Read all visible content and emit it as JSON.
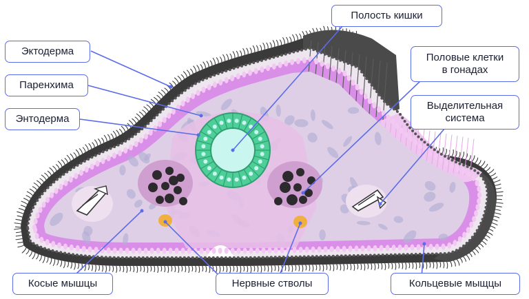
{
  "labels": {
    "gut_cavity": "Полость кишки",
    "ectoderm": "Эктодерма",
    "parenchyma": "Паренхима",
    "endoderm": "Энтодерма",
    "germ_cells": "Половые клетки\nв гонадах",
    "excretory": "Выделительная\nсистема",
    "oblique_muscles": "Косые мышцы",
    "nerve_trunks": "Нервные стволы",
    "ring_muscles": "Кольцевые мыщцы"
  },
  "colors": {
    "label_border": "#5b6ce8",
    "leader_line": "#5b6ce8",
    "cilia": "#3d3d3d",
    "ectoderm_dots": "#e9e0ea",
    "ring_muscle_layer": "#d98ee8",
    "parenchyma": "#dfcfe6",
    "intestine": "#4ecf9a",
    "gut_cavity": "#c9f6ee",
    "nerve_trunk": "#f0b040",
    "gonad_cells": "#2d2a2e"
  }
}
